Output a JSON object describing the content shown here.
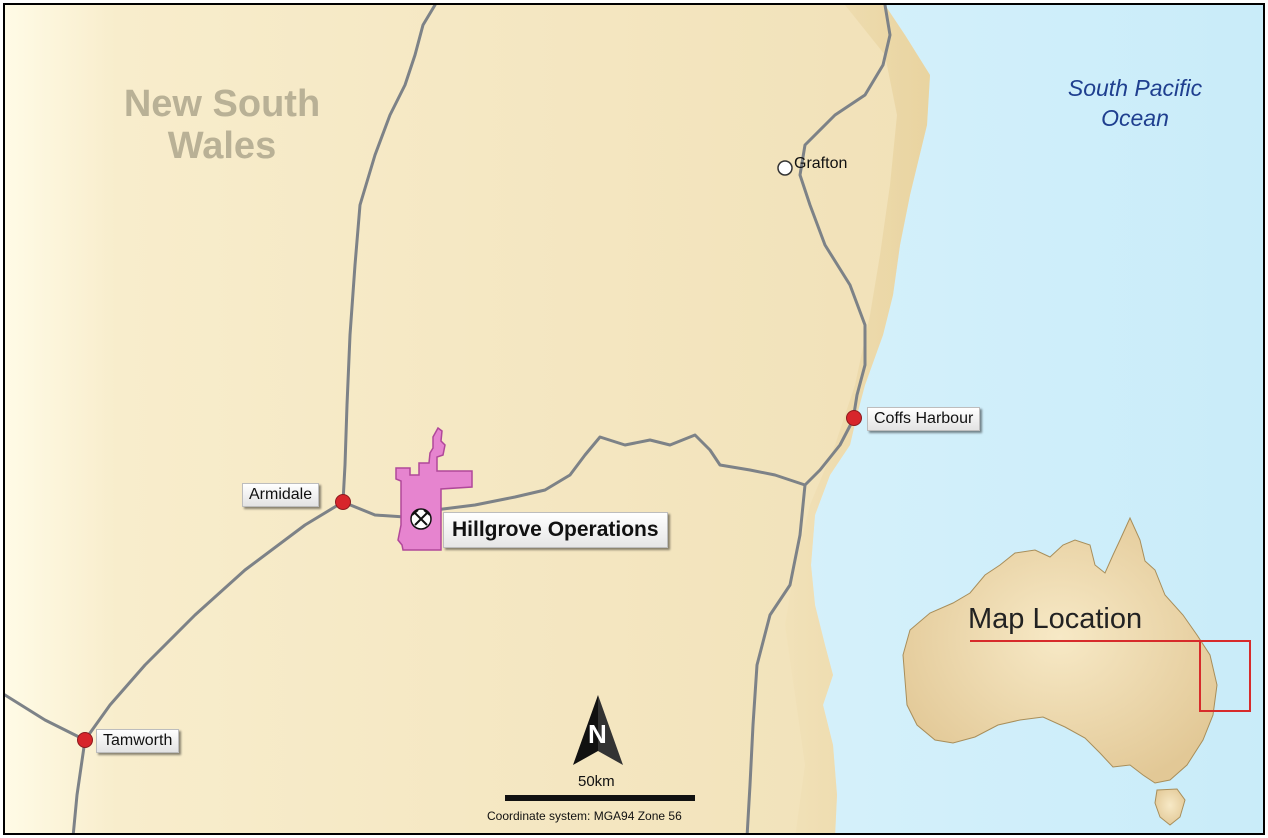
{
  "map": {
    "state_label_line1": "New South",
    "state_label_line2": "Wales",
    "ocean_label_line1": "South Pacific",
    "ocean_label_line2": "Ocean",
    "towns": {
      "grafton": "Grafton",
      "coffs_harbour": "Coffs Harbour",
      "armidale": "Armidale",
      "tamworth": "Tamworth"
    },
    "operations_label": "Hillgrove Operations",
    "scale_label": "50km",
    "north_label": "N",
    "coordinate_system": "Coordinate system: MGA94 Zone 56",
    "inset_label": "Map Location"
  },
  "colors": {
    "land": "#f3e4bc",
    "ocean": "#d6f1fb",
    "road": "#7d8287",
    "town_dot": "#d7252b",
    "tenement": "#e684cf",
    "inset_box": "#d72b2b"
  },
  "icons": {
    "mine": "pickaxe-hammer-icon",
    "north": "north-arrow-icon"
  }
}
